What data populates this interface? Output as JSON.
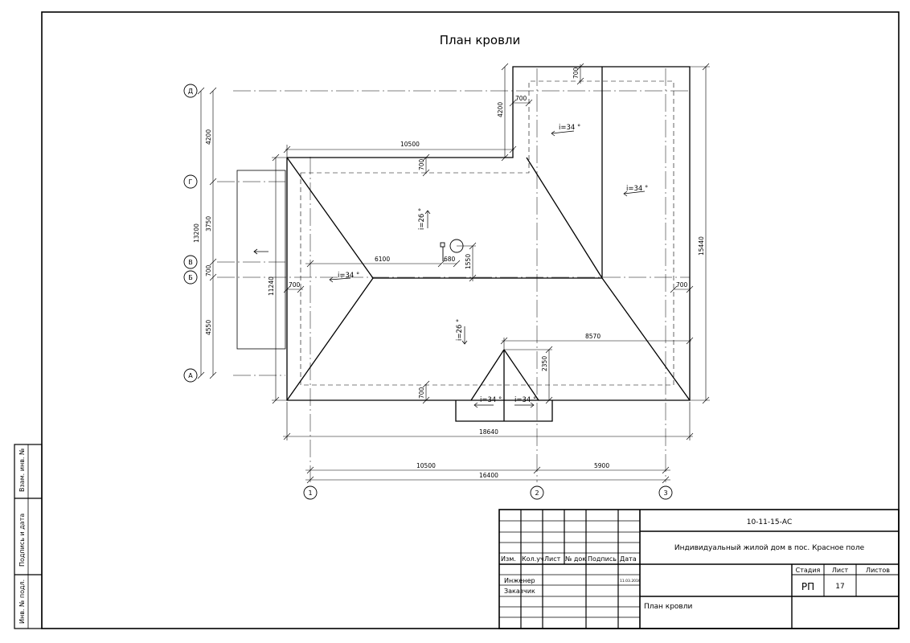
{
  "drawing": {
    "title": "План кровли",
    "axes": {
      "rows": [
        "Д",
        "Г",
        "В",
        "Б",
        "А"
      ],
      "cols": [
        "1",
        "2",
        "3"
      ]
    },
    "dimensions": {
      "left_4200": "4200",
      "left_13200": "13200",
      "left_3750": "3750",
      "left_700": "700",
      "left_4550": "4550",
      "overall_11240": "11240",
      "overall_15440": "15440",
      "top_10500": "10500",
      "wing_4200": "4200",
      "wing_700_top": "700",
      "wing_700_side": "700",
      "eave_700_top": "700",
      "eave_700_left": "700",
      "eave_700_right": "700",
      "eave_700_bottom": "700",
      "ridge_6100": "6100",
      "chimney_680": "680",
      "chimney_1550": "1550",
      "gable_8570": "8570",
      "gable_2350": "2350",
      "bottom_18640": "18640",
      "axes_10500": "10500",
      "axes_5900": "5900",
      "axes_16400": "16400"
    },
    "slopes": {
      "wing_left": "i=34 °",
      "wing_right": "i=34 °",
      "main_north": "i=26 °",
      "main_south": "i=26 °",
      "main_west": "i=34 °",
      "gable_left": "i=34 °",
      "gable_right": "i=34 °"
    }
  },
  "stamp": {
    "code": "10-11-15-АС",
    "project": "Индивидуальный жилой дом в пос. Красное поле",
    "sheet_name": "План кровли",
    "stage_header": "Стадия",
    "sheet_header": "Лист",
    "sheets_header": "Листов",
    "stage_value": "РП",
    "sheet_value": "17",
    "col_headers": [
      "Изм.",
      "Кол.уч",
      "Лист",
      "№ док",
      "Подпись",
      "Дата"
    ],
    "engineer": "Инженер",
    "customer": "Заказчик",
    "date": "11.03.2016"
  },
  "side_stamp": {
    "ref": "Взам. инв. №",
    "sign": "Подпись и дата",
    "inv": "Инв. № подл."
  }
}
